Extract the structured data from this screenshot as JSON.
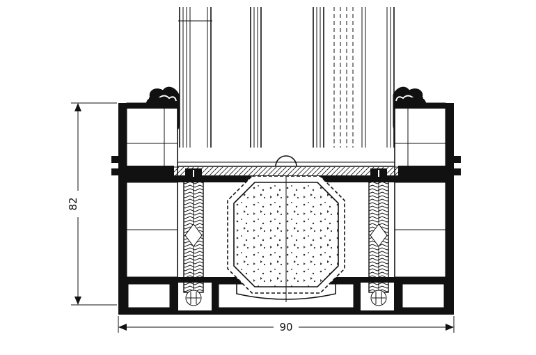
{
  "diagram": {
    "type": "technical-cross-section",
    "description": "aluminium window frame profile section with glazing, thermal screws and insulation core",
    "dimensions": {
      "height_label": "82",
      "width_label": "90"
    },
    "colors": {
      "line": "#111111",
      "background": "#ffffff"
    }
  }
}
